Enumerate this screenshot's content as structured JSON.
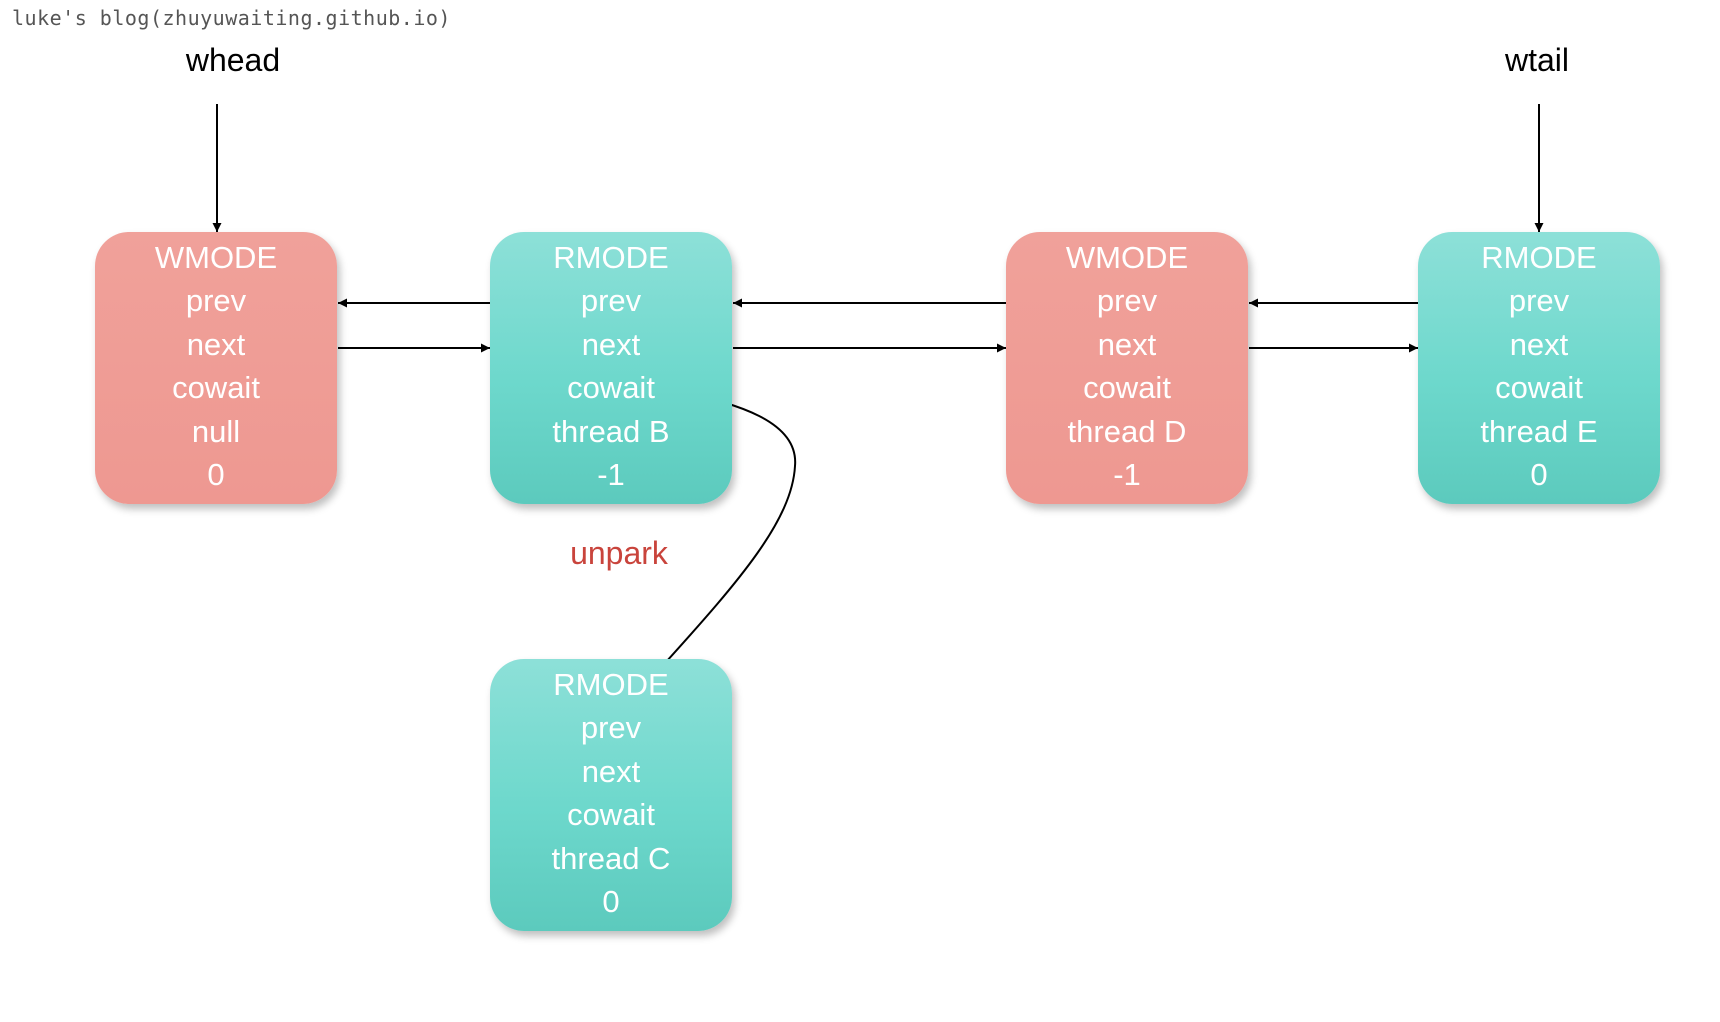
{
  "watermark": "luke's blog(zhuyuwaiting.github.io)",
  "pointers": {
    "head": "whead",
    "tail": "wtail"
  },
  "nodes": [
    {
      "id": "w1",
      "mode": "WMODE",
      "fields": [
        "WMODE",
        "prev",
        "next",
        "cowait",
        "null",
        "0"
      ]
    },
    {
      "id": "r1",
      "mode": "RMODE",
      "fields": [
        "RMODE",
        "prev",
        "next",
        "cowait",
        "thread B",
        "-1"
      ]
    },
    {
      "id": "w2",
      "mode": "WMODE",
      "fields": [
        "WMODE",
        "prev",
        "next",
        "cowait",
        "thread D",
        "-1"
      ]
    },
    {
      "id": "r2",
      "mode": "RMODE",
      "fields": [
        "RMODE",
        "prev",
        "next",
        "cowait",
        "thread E",
        "0"
      ]
    },
    {
      "id": "r3",
      "mode": "RMODE",
      "fields": [
        "RMODE",
        "prev",
        "next",
        "cowait",
        "thread C",
        "0"
      ]
    }
  ],
  "annotation": "unpark",
  "colors": {
    "wmode": "#ee9891",
    "rmode": "#6dd8cc",
    "annotation": "#c9443c"
  }
}
